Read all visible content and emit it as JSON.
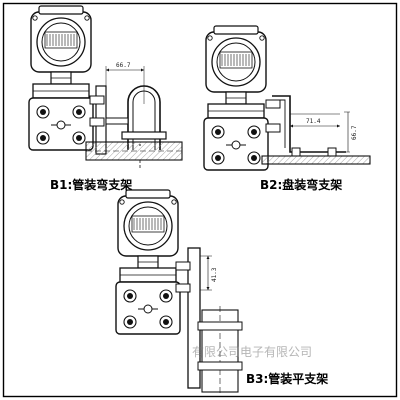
{
  "figures": {
    "b1": {
      "caption": "B1:管装弯支架",
      "dimension": "66.7"
    },
    "b2": {
      "caption": "B2:盘装弯支架",
      "dimension_h": "71.4",
      "dimension_v": "66.7"
    },
    "b3": {
      "caption": "B3:管装平支架",
      "dimension": "41.3"
    }
  },
  "watermark": {
    "text": "有限公司电子有限公司"
  },
  "colors": {
    "line": "#111111",
    "hatch": "#9a9a9a",
    "frame": "#000000",
    "fill": "#ffffff"
  }
}
